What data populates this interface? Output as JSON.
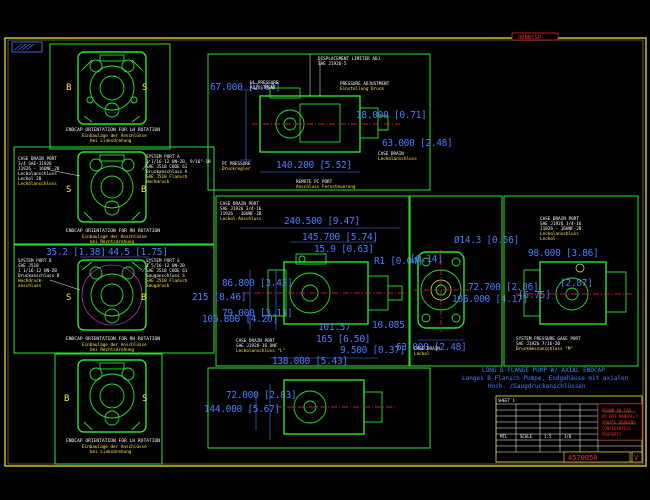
{
  "header": {
    "drawing_number_top": "ODBBCSP"
  },
  "views": {
    "top_left": {
      "caption": "ENDCAP ORIENTATION FOR LH ROTATION",
      "sub1": "Einbaulage der Anschlüsse",
      "sub2": "bei Linksdrehung",
      "port_b": "B",
      "port_s": "S"
    },
    "mid_upper_left": {
      "caption": "ENDCAP ORIENTATION FOR RH ROTATION",
      "sub1": "Einbaulage der Anschlüsse",
      "sub2": "bei Rechtsdrehung",
      "port_b": "B",
      "port_s": "S"
    },
    "mid_lower_left": {
      "caption": "ENDCAP ORIENTATION FOR RH ROTATION",
      "sub1": "Einbaulage der Anschlüsse",
      "sub2": "bei Rechtsdrehung",
      "port_b": "B",
      "port_s": "S",
      "dim_top": "35.2 [1.38]",
      "dim_top2": "44.5 [1.75]"
    },
    "bottom_left": {
      "caption": "ENDCAP ORIENTATION FOR LH ROTATION",
      "sub1": "Einbaulage der Anschlüsse",
      "sub2": "bei Linksdrehung",
      "port_b": "B",
      "port_s": "S"
    },
    "top_side": {
      "dim_height": "67.000 [2.64]",
      "dim_right": "18.000 [0.71]",
      "dim_right2": "63.000 [2.48]",
      "dim_length": "140.200 [5.52]"
    },
    "main_side": {
      "dim_a": "240.500 [9.47]",
      "dim_b": "145.700 [5.74]",
      "dim_c": "15.9 [0.63]",
      "dim_r": "R1 [0.04]",
      "dim_d": "86.800 [3.42]",
      "dim_e": "215 [8.46]",
      "dim_f": "79.000 [3.11]",
      "dim_g": "106.800 [4.20]",
      "dim_h": "101.57",
      "dim_i": "10.085",
      "dim_j": "165 [6.50]",
      "dim_k": "9.500 [0.37]",
      "dim_l": "138.000 [5.43]"
    },
    "end_view": {
      "dim_dia": "Ø14.3 [0.56]",
      "dim_w": "72.700 [2.86]",
      "dim_h": "106.000 [4.17]",
      "dim_63": "63.000 [2.48]",
      "dim_r": "[0.14]"
    },
    "right_view": {
      "dim_a": "98.000 [3.86]",
      "dim_b": "[2.87]",
      "dim_c": "[6.75]"
    },
    "bottom_side": {
      "dim_a": "72.000 [2.83]",
      "dim_b": "144.000 [5.67]"
    }
  },
  "title_block": {
    "title_en": "LONG B-FLANGE PUMP W/ AXIAL ENDCAP",
    "title_de1": "Langes B-Flansch Pumpe, Endgehäuse mit axialen",
    "title_de2": "Hoch- /Saugdruckanschlüssen",
    "sheet": "SHEET 1",
    "part_number": "4570050",
    "rev": "V"
  },
  "colors": {
    "background": "#000000",
    "geometry": "#27e32f",
    "dimension": "#4d7dff",
    "annotation": "#ffe94a",
    "frame": "#ffe94a",
    "accent": "#ff2a2a"
  }
}
